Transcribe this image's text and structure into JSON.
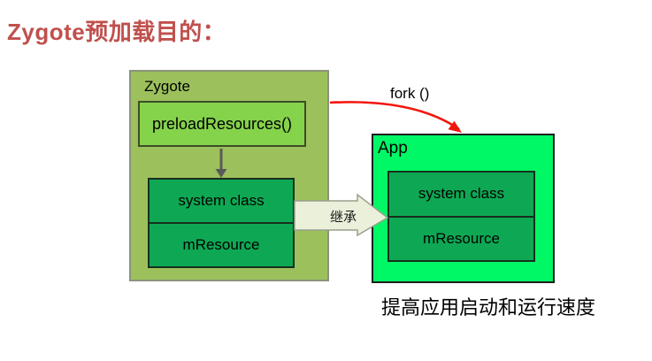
{
  "title": "Zygote预加载目的：",
  "diagram": {
    "zygote": {
      "label": "Zygote",
      "preload_method": "preloadResources()",
      "cells": [
        "system class",
        "mResource"
      ]
    },
    "app": {
      "label": "App",
      "cells": [
        "system class",
        "mResource"
      ]
    },
    "fork_label": "fork ()",
    "inherit_label": "继承",
    "caption": "提高应用启动和运行速度"
  },
  "colors": {
    "title_red": "#c0504d",
    "zygote_fill": "#9cc15c",
    "preload_fill": "#85d24b",
    "table_fill": "#0ea854",
    "app_fill": "#00f866",
    "inherit_arrow_fill": "#eaf0da",
    "fork_arrow_red": "#f2150d",
    "down_arrow_gray": "#595959"
  }
}
